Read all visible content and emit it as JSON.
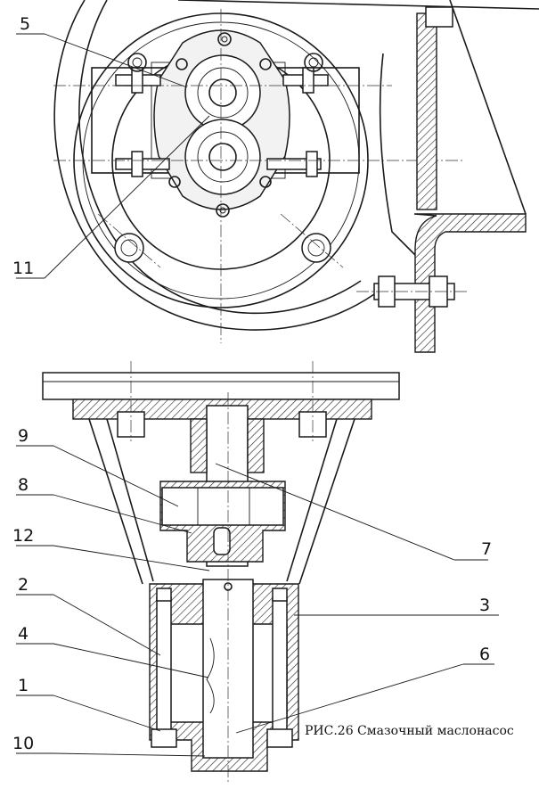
{
  "caption": "РИС.26 Смазочный маслонасос",
  "callouts": [
    {
      "id": "5",
      "text": "5"
    },
    {
      "id": "11",
      "text": "11"
    },
    {
      "id": "9",
      "text": "9"
    },
    {
      "id": "8",
      "text": "8"
    },
    {
      "id": "12",
      "text": "12"
    },
    {
      "id": "7",
      "text": "7"
    },
    {
      "id": "2",
      "text": "2"
    },
    {
      "id": "3",
      "text": "3"
    },
    {
      "id": "4",
      "text": "4"
    },
    {
      "id": "6",
      "text": "6"
    },
    {
      "id": "1",
      "text": "1"
    },
    {
      "id": "10",
      "text": "10"
    }
  ]
}
